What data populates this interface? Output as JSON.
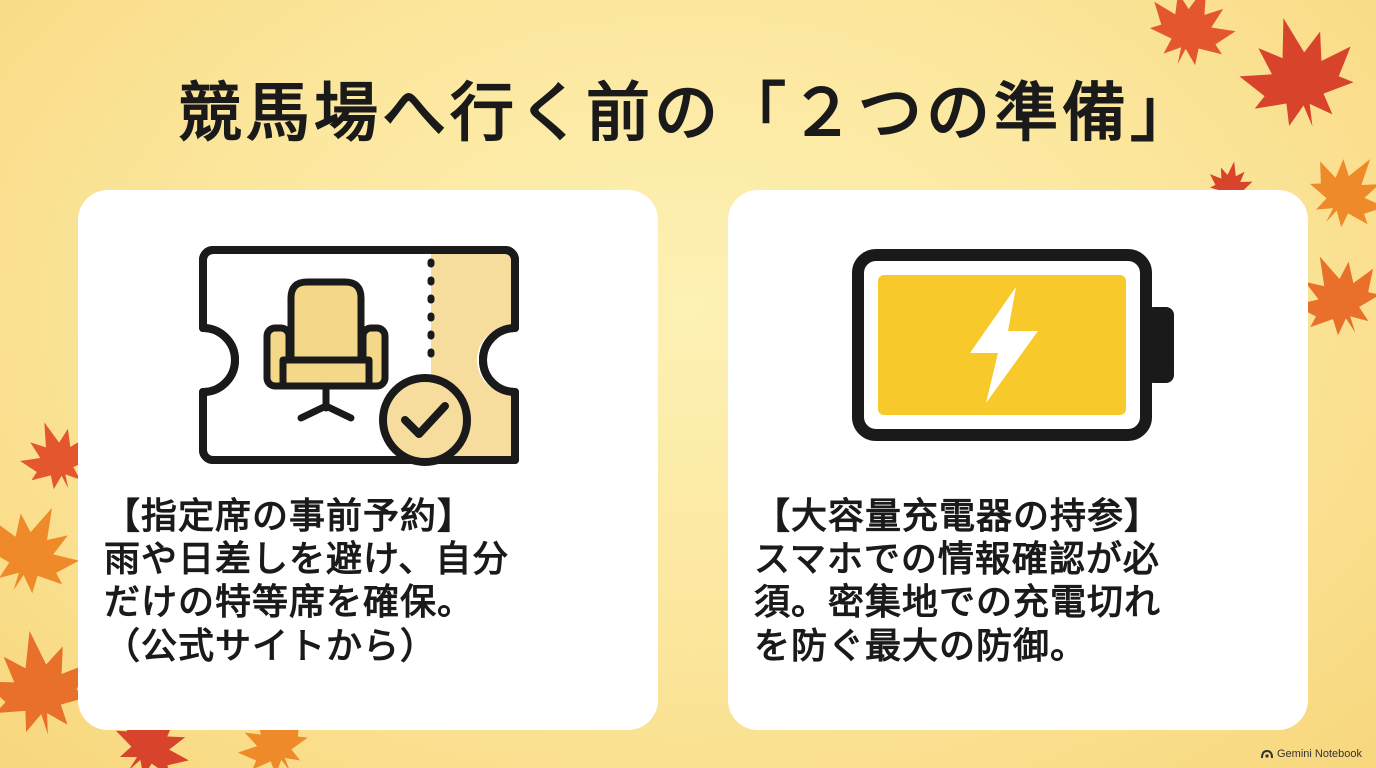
{
  "title": "競馬場へ行く前の「２つの準備」",
  "colors": {
    "background": "#fbe59a",
    "card": "#ffffff",
    "accent_yellow": "#f8c92b",
    "ticket_fill": "#f6dd9e",
    "leaf_red": "#d8432b",
    "leaf_orange": "#ee8a2a"
  },
  "cards": [
    {
      "icon": "ticket-seat-check-icon",
      "lines": [
        "【指定席の事前予約】",
        "雨や日差しを避け、自分",
        "だけの特等席を確保。",
        "（公式サイトから）"
      ]
    },
    {
      "icon": "battery-charging-icon",
      "lines": [
        "【大容量充電器の持参】",
        "スマホでの情報確認が必",
        "須。密集地での充電切れ",
        "を防ぐ最大の防御。"
      ]
    }
  ],
  "footer": {
    "brand": "Gemini Notebook",
    "brand_icon": "notebook-logo-icon"
  }
}
